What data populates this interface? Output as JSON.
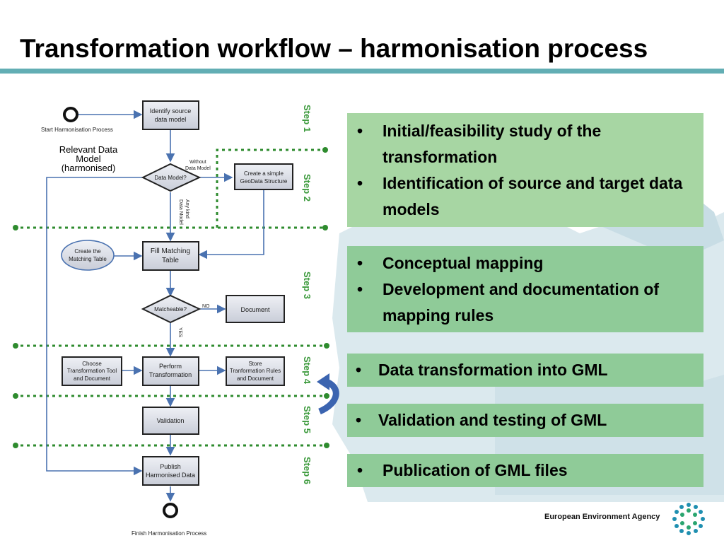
{
  "slide": {
    "title": "Transformation workflow – harmonisation process",
    "agency": "European Environment Agency"
  },
  "colors": {
    "title_rule": "#62aeb4",
    "panel_green": "#a7d6a3",
    "step_label": "#3c9a3c",
    "divider": "#2e8b2e",
    "flow_box": "#d9dce6"
  },
  "diagram": {
    "start_label": "Start Harmonisation Process",
    "finish_label": "Finish Harmonisation Process",
    "relevant_model": [
      "Relevant Data",
      "Model",
      "(harmonised)"
    ],
    "boxes": {
      "identify": [
        "Identify source",
        "data model"
      ],
      "geodata": [
        "Create a simple",
        "GeoData Structure"
      ],
      "fill_table": [
        "Fill Matching",
        "Table"
      ],
      "create_table": [
        "Create the",
        "Matching Table"
      ],
      "document": [
        "Document"
      ],
      "choose_tool": [
        "Choose",
        "Transformation Tool",
        "and Document"
      ],
      "perform": [
        "Perform",
        "Transformation"
      ],
      "store_rules": [
        "Store",
        "Tranformation Rules",
        "and Document"
      ],
      "validation": [
        "Validation"
      ],
      "publish": [
        "Publish",
        "Harmonised Data"
      ]
    },
    "decisions": {
      "data_model": "Data Model?",
      "matcheable": "Matcheable?"
    },
    "edge_labels": {
      "without": [
        "Without",
        "Data Model"
      ],
      "any_kind": [
        "Any kind",
        "Data Model"
      ],
      "no": "NO",
      "yes": "YES"
    },
    "steps": [
      "Step 1",
      "Step 2",
      "Step 3",
      "Step 4",
      "Step 5",
      "Step 6"
    ]
  },
  "panels": [
    {
      "items": [
        "Initial/feasibility study of the transformation",
        "Identification of source and target data models"
      ]
    },
    {
      "items": [
        "Conceptual mapping",
        "Development and documentation of mapping rules"
      ]
    },
    {
      "items": [
        "Data transformation into GML"
      ]
    },
    {
      "items": [
        "Validation and testing of GML"
      ]
    },
    {
      "items": [
        "Publication of GML files"
      ]
    }
  ]
}
